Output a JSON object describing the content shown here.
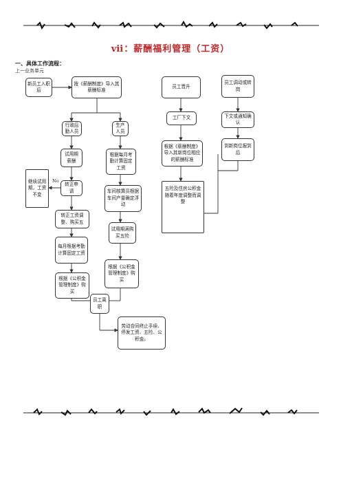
{
  "header": {
    "title": "ⅶ：薪酬福利管理（工资）",
    "section": "一、具体工作流程：",
    "subtitle": "上一业务单元"
  },
  "flow": {
    "new_employee": "新员工入职后",
    "per_salary_policy": "按《薪酬制度》导入其薪酬标准",
    "admin_staff": "行政后勤人员",
    "production_staff": "生产人员",
    "probation_salary": "试用期薪酬",
    "continue_probation": "继续试用期，工资不变",
    "no_label": "No",
    "regularization_apply": "转正申请",
    "regularization_adjust": "转正工资调整、购买五",
    "monthly_fixed": "每月根据考勤计算固定工资",
    "buy_fund_left": "根据《公积金管理制度》购买",
    "prod_monthly": "根据每月考勤计算固定工资",
    "workshop_floating": "车间核算员根据车间产量确定浮动",
    "probation_insurance": "试用期满购买五险",
    "buy_fund_mid": "根据《公积金管理制度》购买",
    "resign": "员工离职",
    "terminate": "劳动合同终止手续、停发工资、五险、公积金。",
    "promotion": "员工晋升",
    "factory_notice": "工厂下文",
    "promo_salary": "根据《薪酬制度》导入其新岗位相应的薪酬标准",
    "insurance_adjust": "五险及住房公积金随着年度调整而调整",
    "transfer": "员工调动或转岗",
    "notice_confirm": "下文或通知确认",
    "report_new_post": "到新岗位报到后"
  },
  "colors": {
    "title": "#c0282a",
    "line": "#333333"
  }
}
